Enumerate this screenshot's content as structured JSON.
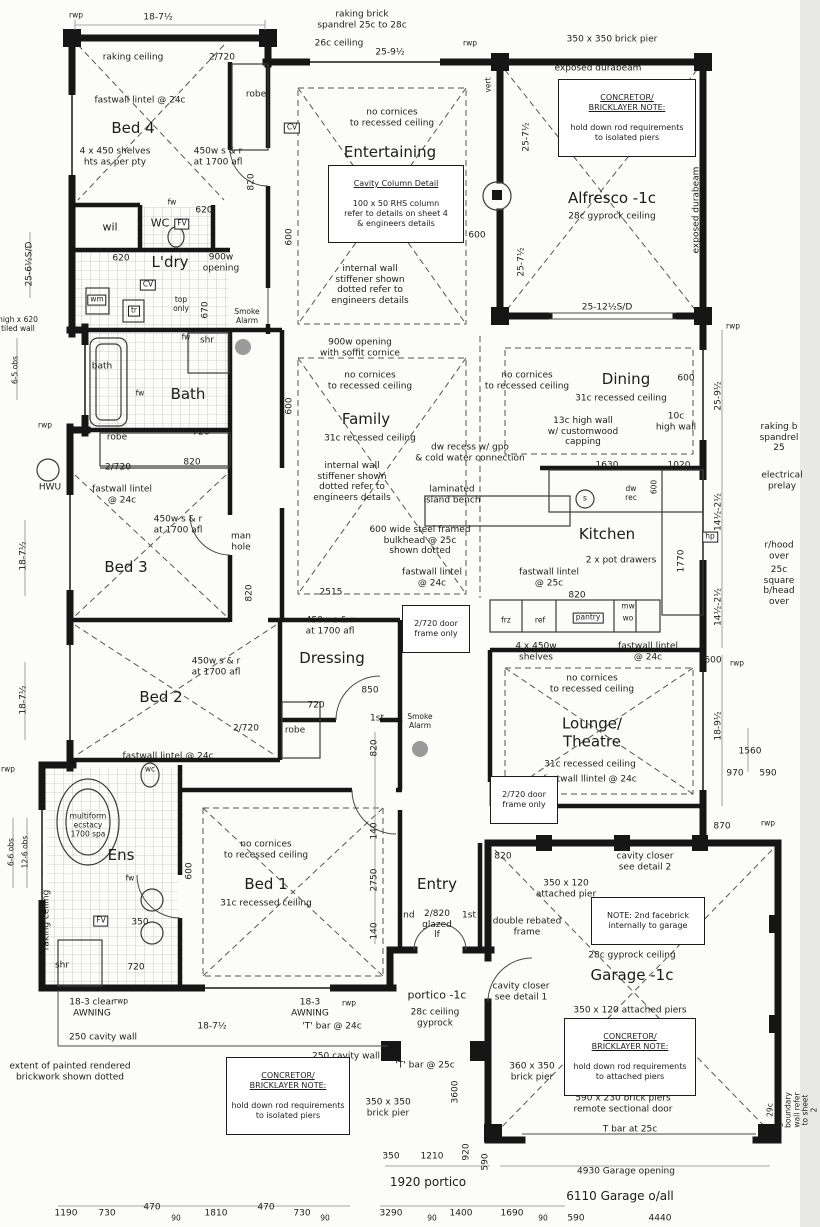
{
  "plan": {
    "rooms": {
      "bed1": {
        "name": "Bed 1",
        "ceiling": "31c recessed ceiling"
      },
      "bed2": {
        "name": "Bed 2"
      },
      "bed3": {
        "name": "Bed 3"
      },
      "bed4": {
        "name": "Bed 4"
      },
      "entertaining": {
        "name": "Entertaining",
        "ceiling": "31c recessed ceiling"
      },
      "family": {
        "name": "Family",
        "ceiling": "31c recessed ceiling"
      },
      "dining": {
        "name": "Dining",
        "ceiling": "31c recessed ceiling"
      },
      "kitchen": {
        "name": "Kitchen",
        "note": "2 x pot drawers"
      },
      "lounge": {
        "name": "Lounge/\nTheatre",
        "ceiling": "31c recessed ceiling",
        "lintel": "fastwall llintel @ 24c"
      },
      "alfresco": {
        "name": "Alfresco -1c",
        "ceiling": "28c gyprock ceiling"
      },
      "garage": {
        "name": "Garage -1c",
        "ceiling": "28c gyprock ceiling"
      },
      "portico": {
        "name": "portico -1c",
        "ceiling": "28c ceiling\ngyprock"
      },
      "entry": {
        "name": "Entry"
      },
      "dressing": {
        "name": "Dressing"
      },
      "ens": {
        "name": "Ens"
      },
      "bath": {
        "name": "Bath"
      },
      "ldry": {
        "name": "L'dry"
      },
      "wil": {
        "name": "wil"
      },
      "wc": {
        "name": "WC"
      }
    },
    "notes": {
      "rwp": "rwp",
      "smoke": "Smoke\nAlarm",
      "no_cornices": "no cornices\nto recessed ceiling",
      "fastwall24": "fastwall lintel @ 24c",
      "fastwall25": "fastwall lintel\n@ 25c",
      "sr450": "450w s & r\nat 1700 afl",
      "shelves450": "4 x 450 shelves\nhts as per pty",
      "shelves450w": "4 x 450w\nshelves",
      "raking_spandrel": "raking brick\nspandrel 25c to 28c",
      "raking_spandrel_r": "raking b\nspandrel 25",
      "ceiling26": "26c ceiling",
      "raking_ceiling": "raking ceiling",
      "pier350x350": "350 x 350 brick pier",
      "pier350x350b": "350 x 350\nbrick pier",
      "pier350x120": "350 x 120\nattached pier",
      "pier350x120s": "350 x 120 attached piers",
      "pier360x350": "360 x 350\nbrick pier",
      "pier590x230": "590 x 230 brick piers\nremote sectional door",
      "exposed_durabeam": "exposed durabeam",
      "concretor_title": "CONCRETOR/\nBRICKLAYER NOTE:",
      "hold_isolated": "hold down rod requirements\nto isolated piers",
      "hold_attached": "hold down rod requirements\nto attached piers",
      "cavity_col_title": "Cavity Column Detail",
      "cavity_col_body": "100 x 50 RHS column\nrefer to details on sheet 4\n& engineers details",
      "stiffener": "internal wall\nstiffener shown\ndotted refer to\nengineers details",
      "opening900": "900w\nopening",
      "opening900s": "900w opening\nwith soffit cornice",
      "dw_recess": "dw recess w/ gpo\n& cold water connection",
      "wall13c": "13c high wall\nw/ customwood\ncapping",
      "wall10c": "10c\nhigh wall",
      "island": "laminated\nisland bench",
      "bulkhead": "600 wide steel framed\nbulkhead @ 25c\nshown dotted",
      "manhole": "man\nhole",
      "door2720": "2/720 door\nframe only",
      "cavity_closer1": "cavity closer\nsee detail 1",
      "cavity_closer2": "cavity closer\nsee detail 2",
      "facebrick": "NOTE: 2nd facebrick\ninternally to garage",
      "dbl_rebated": "double rebated\nframe",
      "glazed": "2/820\nglazed\nlf",
      "tbar24": "'T' bar @ 24c",
      "tbar25": "'T' bar @ 25c",
      "tbar25b": "T bar at 25c",
      "awning_clear": "18-3 clear\nAWNING",
      "awning": "18-3\nAWNING",
      "cavity250": "250 cavity wall",
      "extent": "extent of painted rendered\nbrickwork shown dotted",
      "spa": "multiform\necstacy\n1700 spa",
      "gutter": "29c gutter on boundary wall refer to sheet 2",
      "electrical": "electrical\nprelay",
      "rhood": "r/hood over",
      "bhead": "25c square\nb/head over",
      "tiled_wall": "high x 620\ntiled wall",
      "top_only": "top\nonly",
      "vert": "vert",
      "hwu": "HWU",
      "hp": "hp",
      "mw": "mw",
      "wo": "wo",
      "frz": "frz",
      "ref": "ref",
      "pantry": "pantry",
      "dw": "dw\nrec",
      "sink": "s",
      "wm": "wm",
      "tr": "tr",
      "fw": "fw",
      "fv": "FV",
      "cv": "CV",
      "shr": "shr",
      "bathf": "bath",
      "robe": "robe",
      "wcf": "wc",
      "sd2565": "25-6½S/D",
      "sd25125": "25-12½S/D",
      "obs65": "6-5 obs",
      "obs66": "6-6 obs",
      "obs126": "12-6 obs"
    },
    "dims": {
      "d18_75": "18-7½",
      "d25_95": "25-9½",
      "d25_75": "25-7½",
      "d18_95": "18-9½",
      "d14_25": "14½-2½",
      "d2720": "2/720",
      "d820": "820",
      "d600": "600",
      "d620": "620",
      "d670": "670",
      "d720": "720",
      "d850": "850",
      "d2515": "2515",
      "d2750": "2750",
      "d140": "140",
      "d920": "920",
      "d590": "590",
      "d970": "970",
      "d1560": "1560",
      "d870": "870",
      "d1630": "1630",
      "d1020": "1020",
      "d1770": "1770",
      "d350": "350",
      "d3600": "3600",
      "d1210": "1210",
      "d1190": "1190",
      "d730": "730",
      "d470": "470",
      "d90": "90",
      "d1810": "1810",
      "d3290": "3290",
      "d1400": "1400",
      "d1690": "1690",
      "d4440": "4440",
      "dfirst": "1st",
      "dsecond": "2nd",
      "portico1920": "1920 portico",
      "garage4930": "4930 Garage opening",
      "garage6110": "6110 Garage o/all"
    }
  }
}
